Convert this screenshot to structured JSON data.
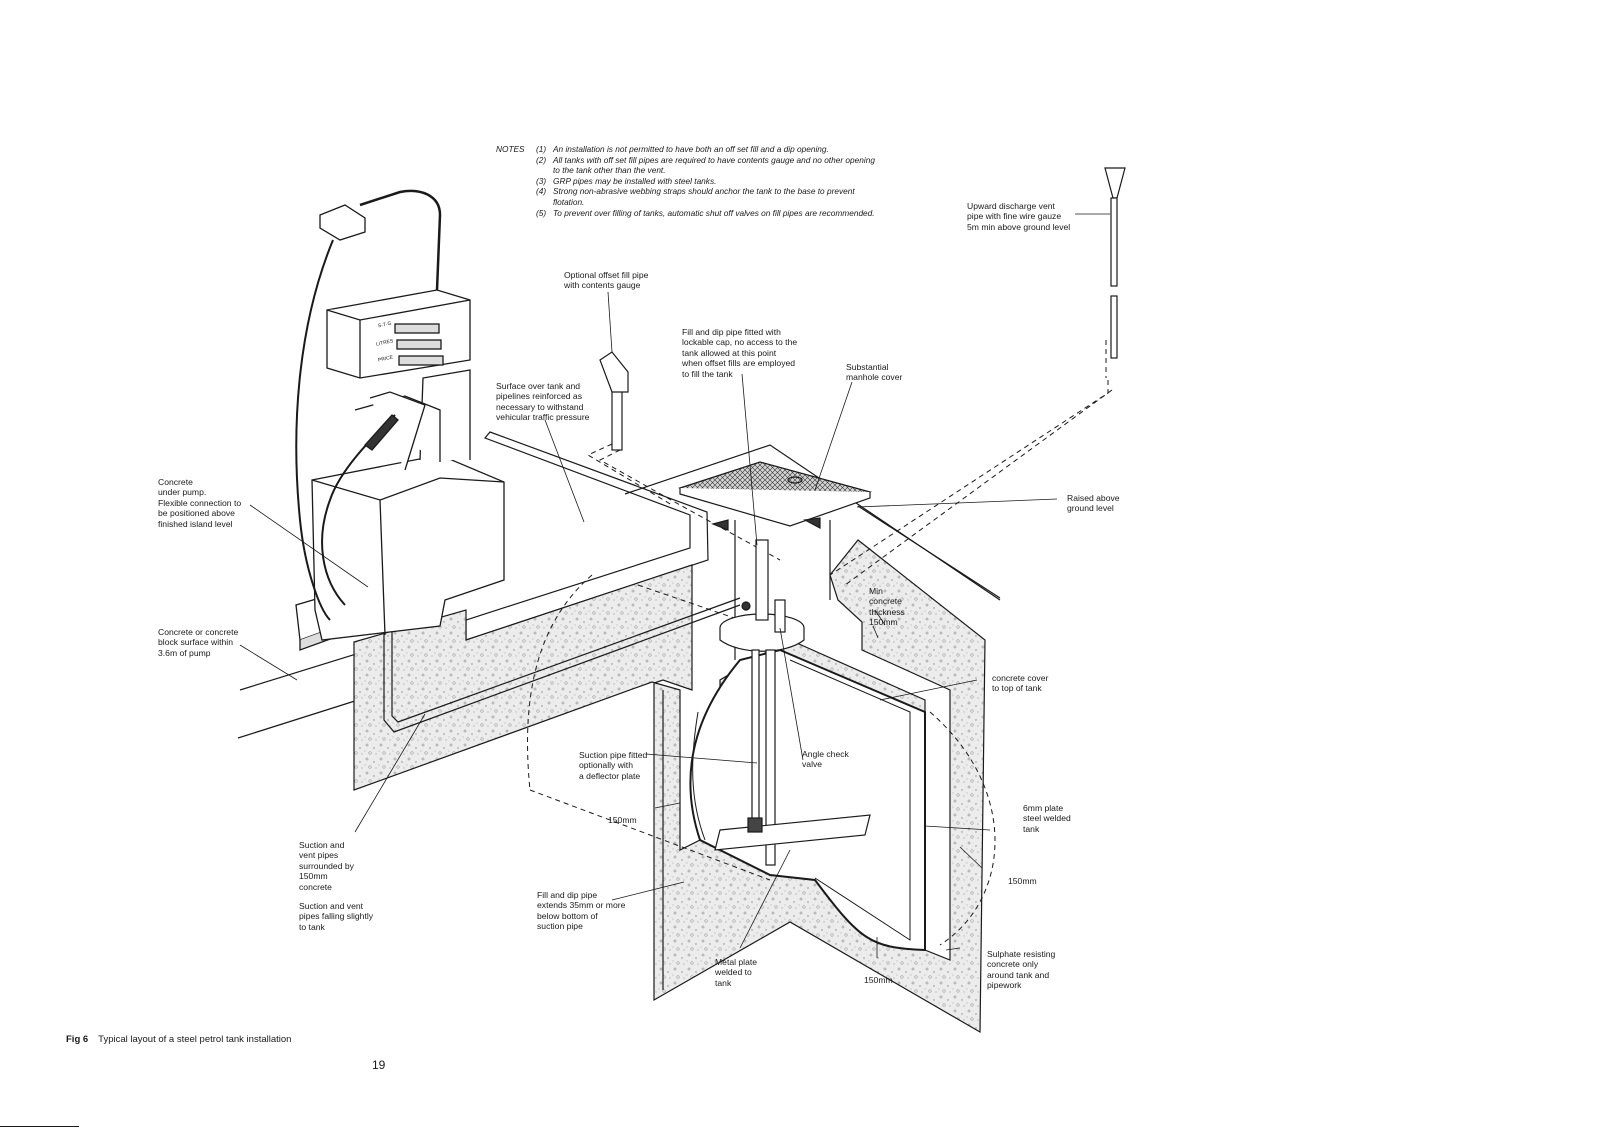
{
  "notes": {
    "heading": "NOTES",
    "items": [
      {
        "num": "(1)",
        "lines": [
          "An installation is not permitted to have both an off set fill and a dip opening."
        ]
      },
      {
        "num": "(2)",
        "lines": [
          "All tanks with off set fill pipes are required to have contents gauge and no other opening",
          "to the tank other than the vent."
        ]
      },
      {
        "num": "(3)",
        "lines": [
          "GRP pipes may be installed with steel tanks."
        ]
      },
      {
        "num": "(4)",
        "lines": [
          "Strong non-abrasive webbing straps should anchor the tank to the base to prevent",
          "flotation."
        ]
      },
      {
        "num": "(5)",
        "lines": [
          "To prevent over filling of tanks, automatic shut off valves on fill pipes are recommended."
        ]
      }
    ]
  },
  "labels": {
    "vent_pipe": "Upward discharge vent\npipe with fine wire gauze\n5m min above ground level",
    "offset_fill": "Optional offset fill pipe\nwith contents gauge",
    "fill_dip": "Fill and dip pipe fitted with\nlockable cap, no access to the\ntank allowed at this point\nwhen offset fills are employed\nto fill the tank",
    "manhole": "Substantial\nmanhole cover",
    "surface": "Surface over tank and\npipelines reinforced as\nnecessary to withstand\nvehicular traffic pressure",
    "concrete_pump": "Concrete\nunder pump.\nFlexible connection to\nbe positioned above\nfinished island level",
    "raised": "Raised above\nground level",
    "min_concrete": "Min\nconcrete\nthickness\n150mm",
    "block_surface": "Concrete or concrete\nblock surface within\n3.6m of pump",
    "cover_top": "concrete cover\nto top of tank",
    "suction_fitted": "Suction pipe fitted\noptionally with\na deflector plate",
    "angle_check": "Angle check\nvalve",
    "plate_steel": "6mm plate\nsteel welded\ntank",
    "dim_left": "150mm",
    "dim_right": "150mm",
    "dim_bottom": "150mm",
    "suction_vent": "Suction and\nvent pipes\nsurrounded by\n150mm\nconcrete",
    "falling": "Suction and vent\npipes falling slightly\nto tank",
    "fill_extends": "Fill and dip pipe\nextends 35mm or more\nbelow bottom of\nsuction pipe",
    "metal_plate": "Metal plate\nwelded to\ntank",
    "sulphate": "Sulphate resisting\nconcrete only\naround tank and\npipework"
  },
  "pump_display": [
    "S·T·G",
    "LITRES",
    "PRICE"
  ],
  "caption": {
    "fig": "Fig 6",
    "text": "Typical layout of a steel petrol tank installation"
  },
  "page_number": "19",
  "colors": {
    "ink": "#1a1a1a",
    "paper": "#ffffff",
    "concrete": "#e6e6e6"
  }
}
